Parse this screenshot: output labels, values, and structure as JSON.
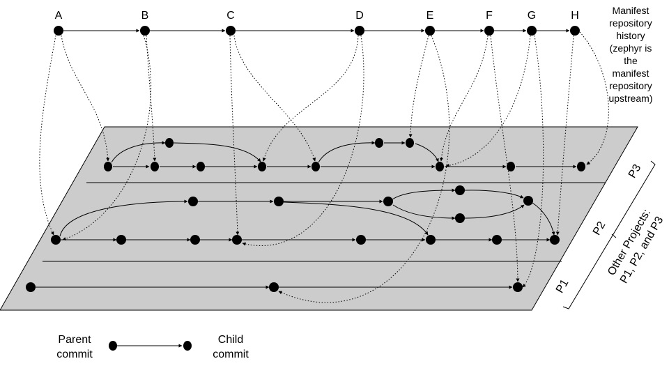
{
  "manifest": {
    "commits": [
      "A",
      "B",
      "C",
      "D",
      "E",
      "F",
      "G",
      "H"
    ],
    "caption_lines": [
      "Manifest",
      "repository",
      "history",
      "(zephyr is",
      "the",
      "manifest",
      "repository",
      "upstream)"
    ]
  },
  "projects": {
    "lane_labels": [
      "P3",
      "P2",
      "P1"
    ],
    "brace_caption_lines": [
      "Other Projects:",
      "P1, P2, and P3"
    ]
  },
  "legend": {
    "parent_lines": [
      "Parent",
      "commit"
    ],
    "child_lines": [
      "Child",
      "commit"
    ]
  },
  "colors": {
    "plane_fill": "#cccccc",
    "stroke": "#000000",
    "dot": "#000000"
  }
}
